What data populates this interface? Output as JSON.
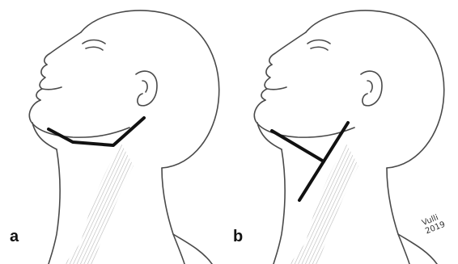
{
  "figure": {
    "panels": [
      {
        "label": "a",
        "incision": "submandibular-horizontal"
      },
      {
        "label": "b",
        "incision": "T-shaped"
      }
    ],
    "signature": {
      "line1": "Vulli",
      "line2": "2019"
    },
    "colors": {
      "outline": "#4a4a4a",
      "incision": "#111111",
      "muscle_shading": "#b9b9b9"
    }
  }
}
